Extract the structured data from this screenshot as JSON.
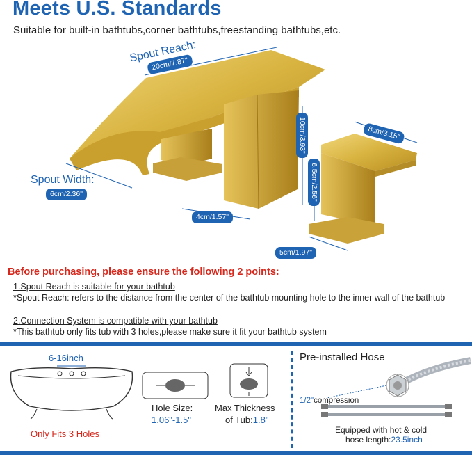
{
  "header": {
    "title": "Meets U.S. Standards",
    "subtitle": "Suitable for built-in bathtubs,corner bathtubs,freestanding bathtubs,etc."
  },
  "dimensions": {
    "spout_reach_label": "Spout Reach:",
    "spout_reach_value": "20cm/7.87\"",
    "spout_width_label": "Spout Width:",
    "spout_width_value": "6cm/2.36\"",
    "base_width": "4cm/1.57\"",
    "spout_height": "10cm/3.93\"",
    "handle_length": "8cm/3.15\"",
    "handle_height": "6.5cm/2.56\"",
    "handle_base": "5cm/1.97\""
  },
  "notice": {
    "heading": "Before purchasing, please ensure the following 2 points:",
    "point1": "1.Spout Reach is suitable for your bathtub",
    "point1_note": "*Spout Reach: refers to the distance from the center of the bathtub mounting hole to the inner wall of the bathtub",
    "point2": "2.Connection System is compatible with your bathtub",
    "point2_note": "*This bathtub only fits tub with 3 holes,please make sure it fit your bathtub system"
  },
  "tub": {
    "spacing": "6-16inch",
    "caption": "Only Fits 3 Holes"
  },
  "hole": {
    "label": "Hole Size:",
    "value": "1.06\"-1.5\""
  },
  "thickness": {
    "label": "Max Thickness",
    "label2": "of Tub:",
    "value": "1.8\""
  },
  "hose": {
    "title": "Pre-installed Hose",
    "size": "1/2\"",
    "size_label": "compression",
    "caption1": "Equipped with hot & cold",
    "caption2": "hose length:",
    "length": "23.5inch"
  },
  "colors": {
    "accent": "#1f63b3",
    "warning": "#d6281c",
    "gold": "#d8b340"
  }
}
